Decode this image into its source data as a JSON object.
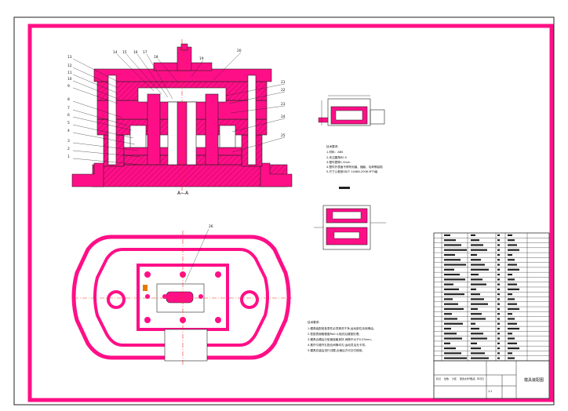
{
  "colors": {
    "primary": "#ff0f87",
    "line": "#1a1a1a",
    "paper": "#ffffff",
    "center": "#e8331a",
    "accent": "#e67a00"
  },
  "section_view": {
    "label": "A—A",
    "callouts": [
      "13",
      "12",
      "11",
      "10",
      "9",
      "8",
      "7",
      "6",
      "5",
      "4",
      "3",
      "2",
      "1",
      "14",
      "15",
      "16",
      "17",
      "18",
      "19",
      "20",
      "21",
      "22",
      "23",
      "24",
      "25"
    ]
  },
  "plan_view": {
    "callouts": [
      "26"
    ]
  },
  "part_notes": [
    "技术要求:",
    "1.材料：ABS",
    "2.未注圆角R0.5",
    "3.塑件壁厚1.5mm",
    "4.塑件外表面不得有划痕、缩痕、毛刺等缺陷",
    "5.尺寸公差按GB/T 14486-2008 MT5级"
  ],
  "tech_requirements": [
    "技术要求:",
    "1.模具装配前各零件必须清洗干净,运动部位涂润滑油。",
    "2.型腔表面粗糙度Ra0.4,抛光后镀铬处理。",
    "3.模具合模后分型面接触良好,间隙不大于0.03mm。",
    "4.推杆与推杆孔配合间隙均匀,运动灵活无卡滞。",
    "5.模具总装后进行试模,合格后方可交付使用。"
  ],
  "title_block": {
    "title": "模具装配图",
    "scale": "1:1",
    "row_labels": [
      "标记",
      "处数",
      "分区",
      "更改文件号",
      "签名",
      "年月日"
    ]
  }
}
